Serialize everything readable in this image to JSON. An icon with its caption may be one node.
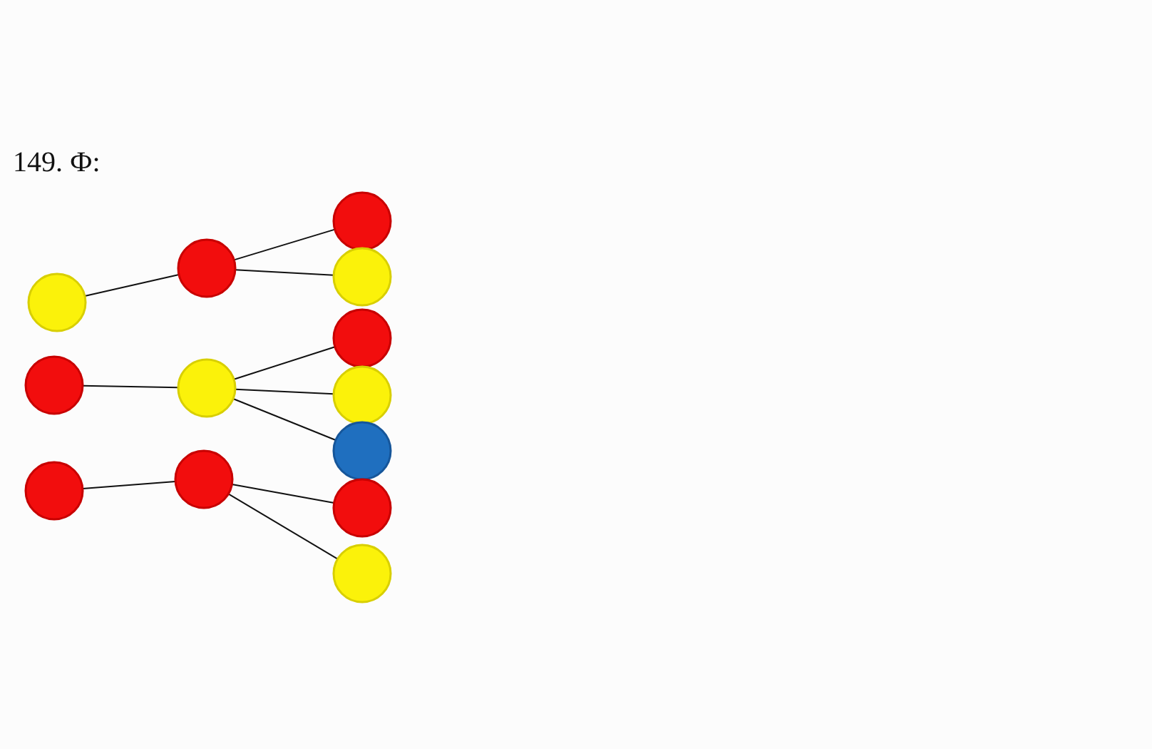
{
  "diagram": {
    "nodes": [
      {
        "text": [],
        "shape": "circle"
      },
      {
        "text": [],
        "shape": "circle"
      },
      {
        "text": [],
        "shape": "circle"
      },
      {
        "text": [],
        "shape": "circle"
      },
      {
        "text": [],
        "shape": "circle"
      },
      {
        "text": [],
        "shape": "circle"
      },
      {
        "text": [],
        "shape": "circle"
      },
      {
        "text": [],
        "shape": "circle"
      },
      {
        "text": [],
        "shape": "circle"
      },
      {
        "text": [],
        "shape": "circle"
      },
      {
        "text": [],
        "shape": "circle"
      },
      {
        "text": [],
        "shape": "circle"
      },
      {
        "text": [],
        "shape": "circle"
      }
    ],
    "edges": [
      {
        "from": 0,
        "to": 3,
        "arrow": "none"
      },
      {
        "from": 3,
        "to": 6,
        "arrow": "none"
      },
      {
        "from": 3,
        "to": 7,
        "arrow": "none"
      },
      {
        "from": 1,
        "to": 4,
        "arrow": "none"
      },
      {
        "from": 4,
        "to": 8,
        "arrow": "none"
      },
      {
        "from": 4,
        "to": 9,
        "arrow": "none"
      },
      {
        "from": 4,
        "to": 10,
        "arrow": "none"
      },
      {
        "from": 2,
        "to": 5,
        "arrow": "none"
      },
      {
        "from": 5,
        "to": 11,
        "arrow": "none"
      },
      {
        "from": 5,
        "to": 12,
        "arrow": "none"
      }
    ],
    "labels": [
      "149. Ф:"
    ]
  }
}
